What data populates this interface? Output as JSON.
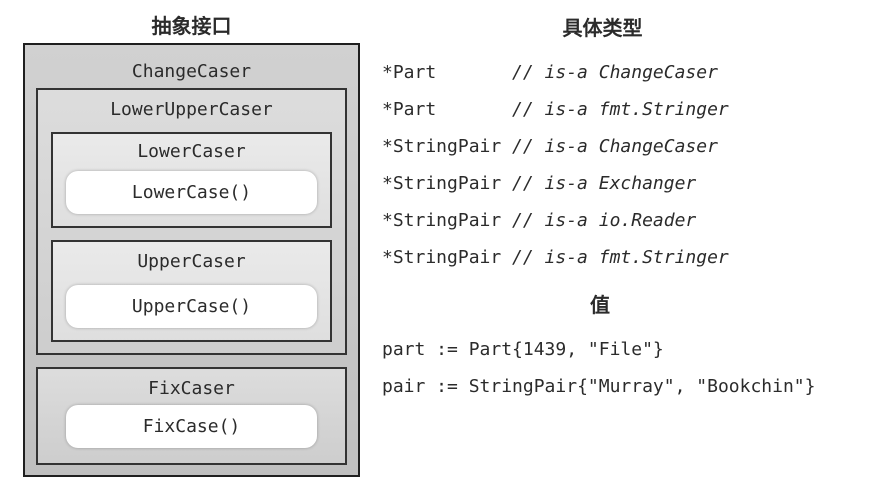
{
  "figure": {
    "left": {
      "title": "抽象接口",
      "change_caser": {
        "label": "ChangeCaser"
      },
      "lower_upper_caser": {
        "label": "LowerUpperCaser"
      },
      "lower_caser": {
        "label": "LowerCaser",
        "method": "LowerCase()"
      },
      "upper_caser": {
        "label": "UpperCaser",
        "method": "UpperCase()"
      },
      "fix_caser": {
        "label": "FixCaser",
        "method": "FixCase()"
      }
    },
    "right": {
      "title": "具体类型",
      "types": [
        {
          "name": "*Part",
          "comment": "// is-a ChangeCaser"
        },
        {
          "name": "*Part",
          "comment": "// is-a fmt.Stringer"
        },
        {
          "name": "*StringPair",
          "comment": "// is-a ChangeCaser"
        },
        {
          "name": "*StringPair",
          "comment": "// is-a Exchanger"
        },
        {
          "name": "*StringPair",
          "comment": "// is-a io.Reader"
        },
        {
          "name": "*StringPair",
          "comment": "// is-a fmt.Stringer"
        }
      ],
      "values_title": "值",
      "values": [
        "part := Part{1439, \"File\"}",
        "pair := StringPair{\"Murray\", \"Bookchin\"}"
      ]
    }
  },
  "colors": {
    "background": "#ffffff",
    "box_outer": "#c7c7c7",
    "box_mid": "#d4d4d4",
    "box_inner": "#e3e3e3",
    "pill": "#ffffff",
    "border_dark": "#1f1f1f",
    "border_mid": "#333333",
    "text": "#2b2b2b"
  }
}
